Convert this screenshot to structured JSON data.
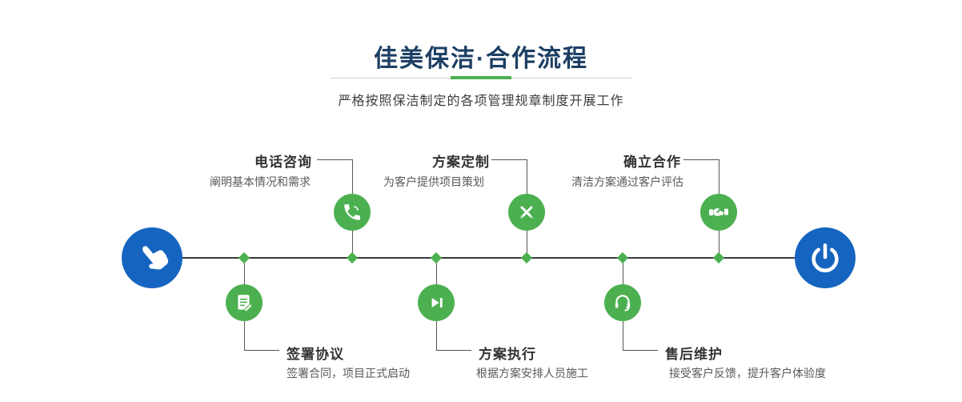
{
  "header": {
    "title": "佳美保洁·合作流程",
    "subtitle": "严格按照保洁制定的各项管理规章制度开展工作"
  },
  "colors": {
    "accent_green": "#4cb050",
    "accent_blue": "#1565c0",
    "title_navy": "#1d3f63",
    "line_dark": "#3a3a3a"
  },
  "timeline": {
    "start_icon": "hand-pointer-icon",
    "end_icon": "power-icon"
  },
  "steps": {
    "top": [
      {
        "title": "电话咨询",
        "desc": "阐明基本情况和需求",
        "icon": "phone-icon"
      },
      {
        "title": "方案定制",
        "desc": "为客户提供项目策划",
        "icon": "design-icon"
      },
      {
        "title": "确立合作",
        "desc": "清洁方案通过客户评估",
        "icon": "handshake-icon"
      }
    ],
    "bottom": [
      {
        "title": "签署协议",
        "desc": "签署合同，项目正式启动",
        "icon": "contract-icon"
      },
      {
        "title": "方案执行",
        "desc": "根据方案安排人员施工",
        "icon": "play-icon"
      },
      {
        "title": "售后维护",
        "desc": "接受客户反馈，提升客户体验度",
        "icon": "support-icon"
      }
    ]
  }
}
